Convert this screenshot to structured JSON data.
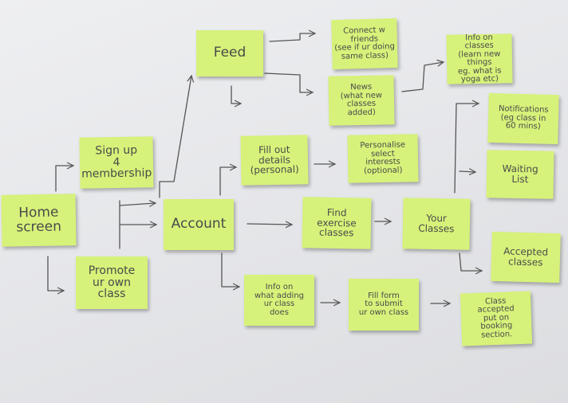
{
  "notes": {
    "home": "Home\nscreen",
    "signup": "Sign up\n4\nmembership",
    "promote": "Promote\nur own\nclass",
    "account": "Account",
    "feed": "Feed",
    "connect": "Connect w\nfriends\n(see if ur doing\nsame class)",
    "news": "News\n(what new\nclasses\nadded)",
    "info_classes": "Info on\nclasses\n(learn new things\neg. what is\nyoga etc)",
    "fill_details": "Fill out\ndetails\n(personal)",
    "personalise": "Personalise\nselect\ninterests\n(optional)",
    "find": "Find\nexercise\nclasses",
    "your_classes": "Your\nClasses",
    "notifications": "Notifications\n(eg class in\n60 mins)",
    "waiting": "Waiting\nList",
    "accepted": "Accepted\nclasses",
    "info_adding": "Info on\nwhat adding\nur class\ndoes",
    "fill_form": "Fill form\nto submit\nur own class",
    "class_accepted": "Class\naccepted\nput on\nbooking\nsection."
  },
  "colors": {
    "note": "#d6f27a",
    "ink": "#4a4a4a",
    "board": "#e8e9eb"
  }
}
